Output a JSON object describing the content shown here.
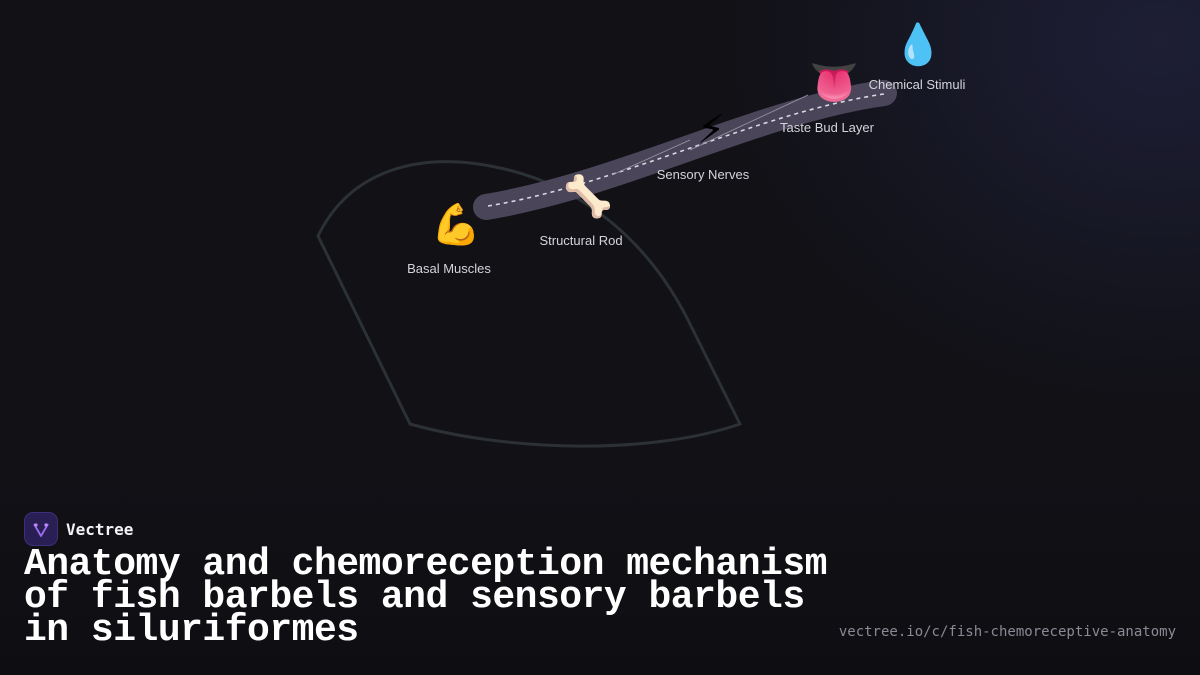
{
  "nodes": [
    {
      "id": "basal",
      "label": "Basal Muscles",
      "icon": "💪",
      "icon_name": "flexed-biceps-icon"
    },
    {
      "id": "rod",
      "label": "Structural Rod",
      "icon": "🦴",
      "icon_name": "bone-icon"
    },
    {
      "id": "nerves",
      "label": "Sensory Nerves",
      "icon": "⚡",
      "icon_name": "lightning-icon"
    },
    {
      "id": "taste",
      "label": "Taste Bud Layer",
      "icon": "👅",
      "icon_name": "tongue-icon"
    },
    {
      "id": "chem",
      "label": "Chemical Stimuli",
      "icon": "💧",
      "icon_name": "droplet-icon"
    }
  ],
  "brand": {
    "name": "Vectree"
  },
  "title": "Anatomy and chemoreception mechanism of fish barbels and sensory barbels in siluriformes",
  "url": "vectree.io/c/fish-chemoreceptive-anatomy",
  "colors": {
    "background": "#111116",
    "outline": "#2b3135",
    "barbel": "#4a4558",
    "accent": "#7b4fd6"
  }
}
